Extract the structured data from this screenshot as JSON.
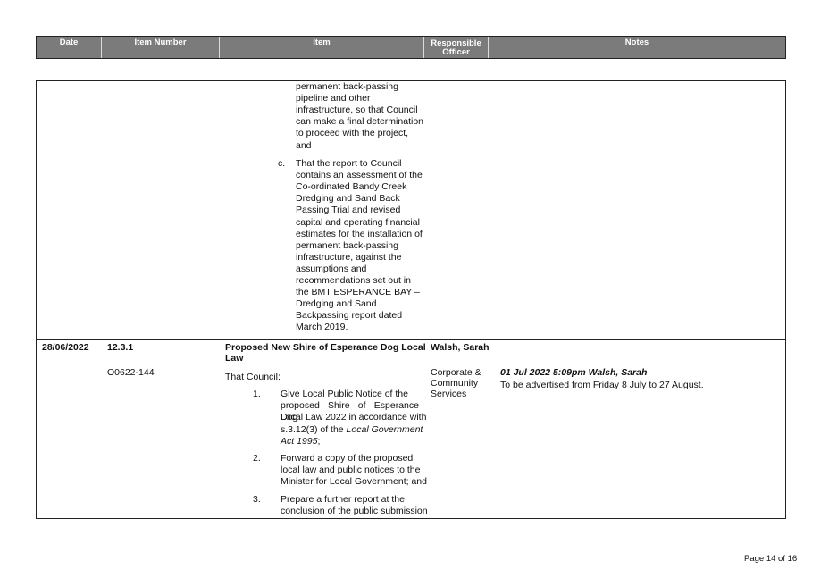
{
  "header": {
    "date": "Date",
    "item_number": "Item Number",
    "item": "Item",
    "responsible_officer_line1": "Responsible",
    "responsible_officer_line2": "Officer",
    "notes": "Notes"
  },
  "continuation": {
    "lines_top": [
      "permanent back-passing",
      "pipeline and other",
      "infrastructure, so that Council",
      "can make a final determination",
      "to proceed with the project,",
      "and"
    ],
    "item_c_marker": "c.",
    "item_c_lines": [
      "That the report to Council",
      "contains an assessment of the",
      "Co-ordinated Bandy Creek",
      "Dredging and Sand Back",
      "Passing Trial and revised",
      "capital and operating financial",
      "estimates for the installation of",
      "permanent back-passing",
      "infrastructure, against the",
      "assumptions and",
      "recommendations set out in",
      "the BMT ESPERANCE BAY –",
      "Dredging and Sand",
      "Backpassing report dated",
      "March 2019."
    ]
  },
  "entry": {
    "date": "28/06/2022",
    "item_number": "12.3.1",
    "title_line1": "Proposed New Shire of Esperance Dog Local",
    "title_line2": "Law",
    "officer": "Walsh, Sarah",
    "resolution_number": "O0622-144",
    "intro": "That Council:",
    "points": [
      {
        "num": "1.",
        "lines": [
          "Give Local Public Notice of the",
          "proposed Shire of Esperance Dog",
          "Local Law 2022 in accordance with",
          "s.3.12(3) of the",
          "Local Government",
          "Act 1995",
          ";"
        ]
      },
      {
        "num": "2.",
        "lines": [
          "Forward a copy of the proposed",
          "local law and public notices to the",
          "Minister for Local Government; and"
        ]
      },
      {
        "num": "3.",
        "lines": [
          "Prepare a further report at the",
          "conclusion of the public submission"
        ]
      }
    ],
    "department_lines": [
      "Corporate &",
      "Community",
      "Services"
    ],
    "note_heading": "01 Jul 2022 5:09pm Walsh, Sarah",
    "note_text": "To be advertised from Friday 8 July to 27 August."
  },
  "footer": {
    "page": "Page 14 of 16"
  }
}
